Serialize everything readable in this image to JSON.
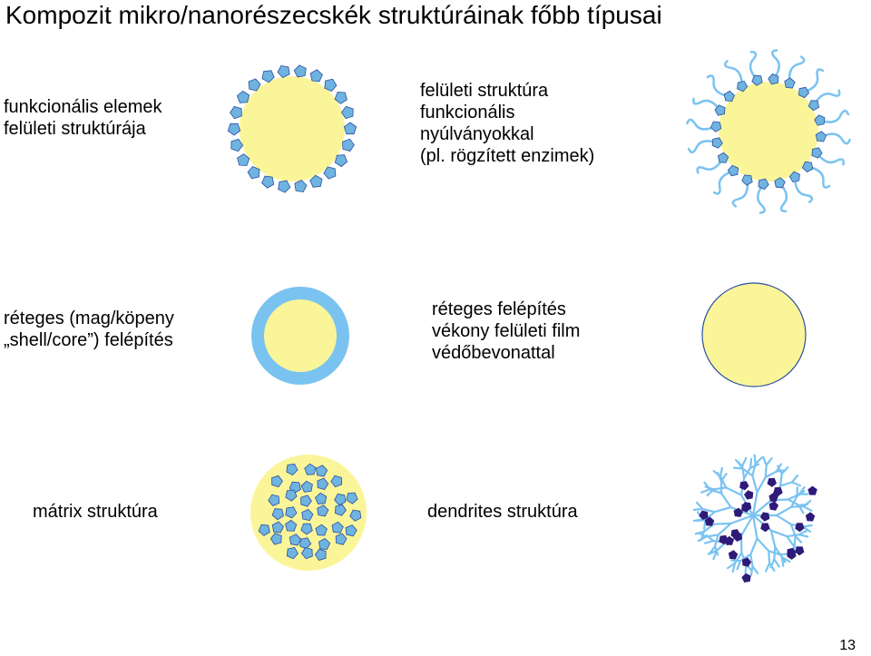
{
  "title": "Kompozit mikro/nanorészecskék struktúráinak főbb típusai",
  "labels": {
    "functional_surface": [
      "funkcionális elemek",
      "felületi struktúrája"
    ],
    "surface_appendages": [
      "felületi struktúra",
      "funkcionális",
      "nyúlványokkal",
      "(pl. rögzített enzimek)"
    ],
    "core_shell": [
      "réteges (mag/köpeny",
      "„shell/core”) felépítés"
    ],
    "thin_film": [
      "réteges felépítés",
      "vékony felületi film",
      "védőbevonattal"
    ],
    "matrix": "mátrix struktúra",
    "dendritic": "dendrites struktúra"
  },
  "page_number": "13",
  "colors": {
    "core_yellow": "#fbf599",
    "shell_blue": "#7ac3f1",
    "pentagon_blue": "#6fb3e0",
    "dark_pentagon": "#2e1a78",
    "outline_blue": "#2a4fa0"
  }
}
